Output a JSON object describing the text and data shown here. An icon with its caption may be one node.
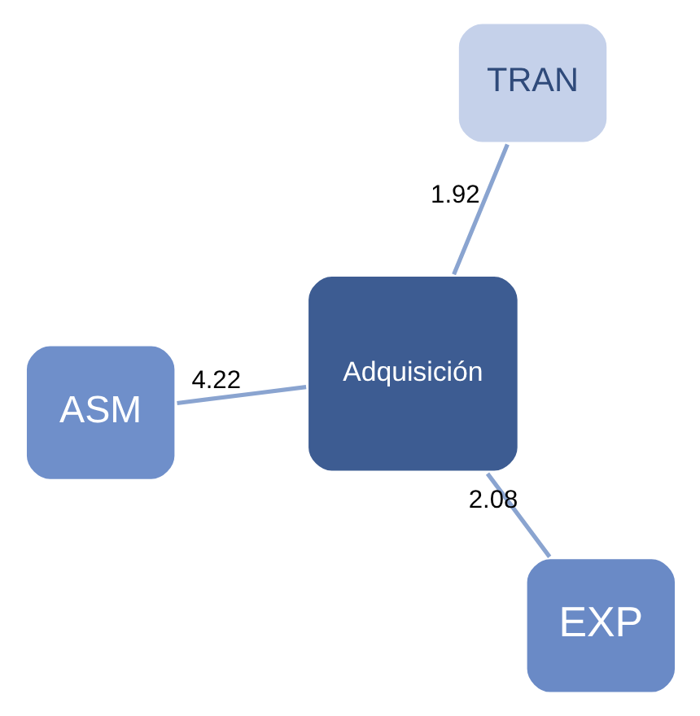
{
  "diagram": {
    "nodes": [
      {
        "text": [
          "ASM"
        ]
      },
      {
        "text": [
          "Adquisición"
        ]
      },
      {
        "text": [
          "EXP"
        ]
      },
      {
        "text": [
          "TRAN"
        ]
      }
    ],
    "edges": [
      {
        "from": 0,
        "to": 1,
        "arrow": "none",
        "label": "4.22"
      },
      {
        "from": 2,
        "to": 1,
        "arrow": "none",
        "label": "2.08"
      },
      {
        "from": 1,
        "to": 3,
        "arrow": "none",
        "label": "1.92"
      }
    ]
  }
}
